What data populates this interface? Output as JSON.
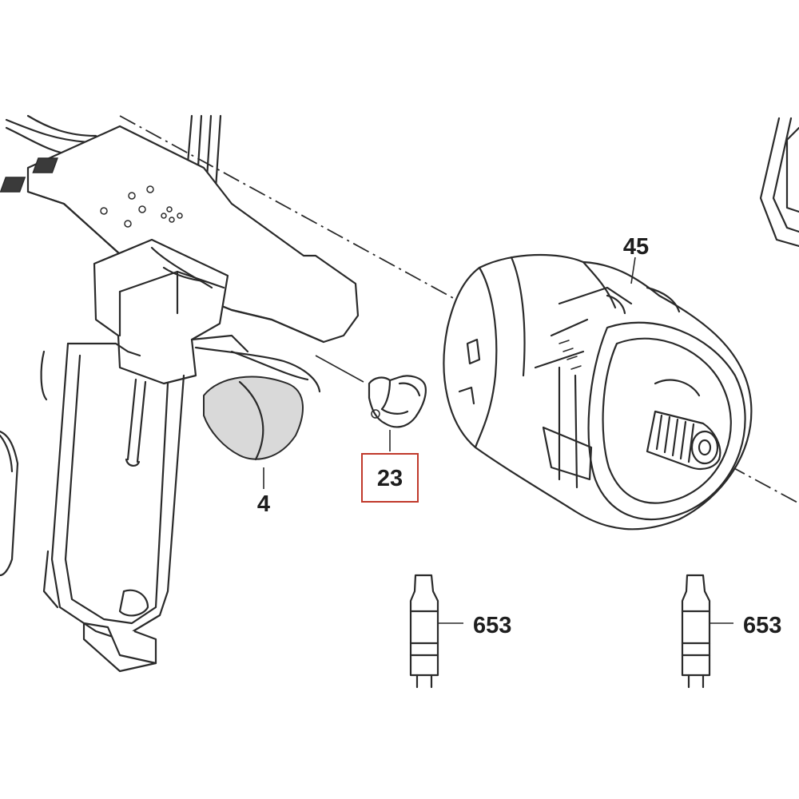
{
  "callouts": {
    "part_4": "4",
    "part_23": "23",
    "part_45": "45",
    "part_653_left": "653",
    "part_653_right": "653"
  },
  "highlight": {
    "part": "23",
    "color": "#c0392b"
  }
}
